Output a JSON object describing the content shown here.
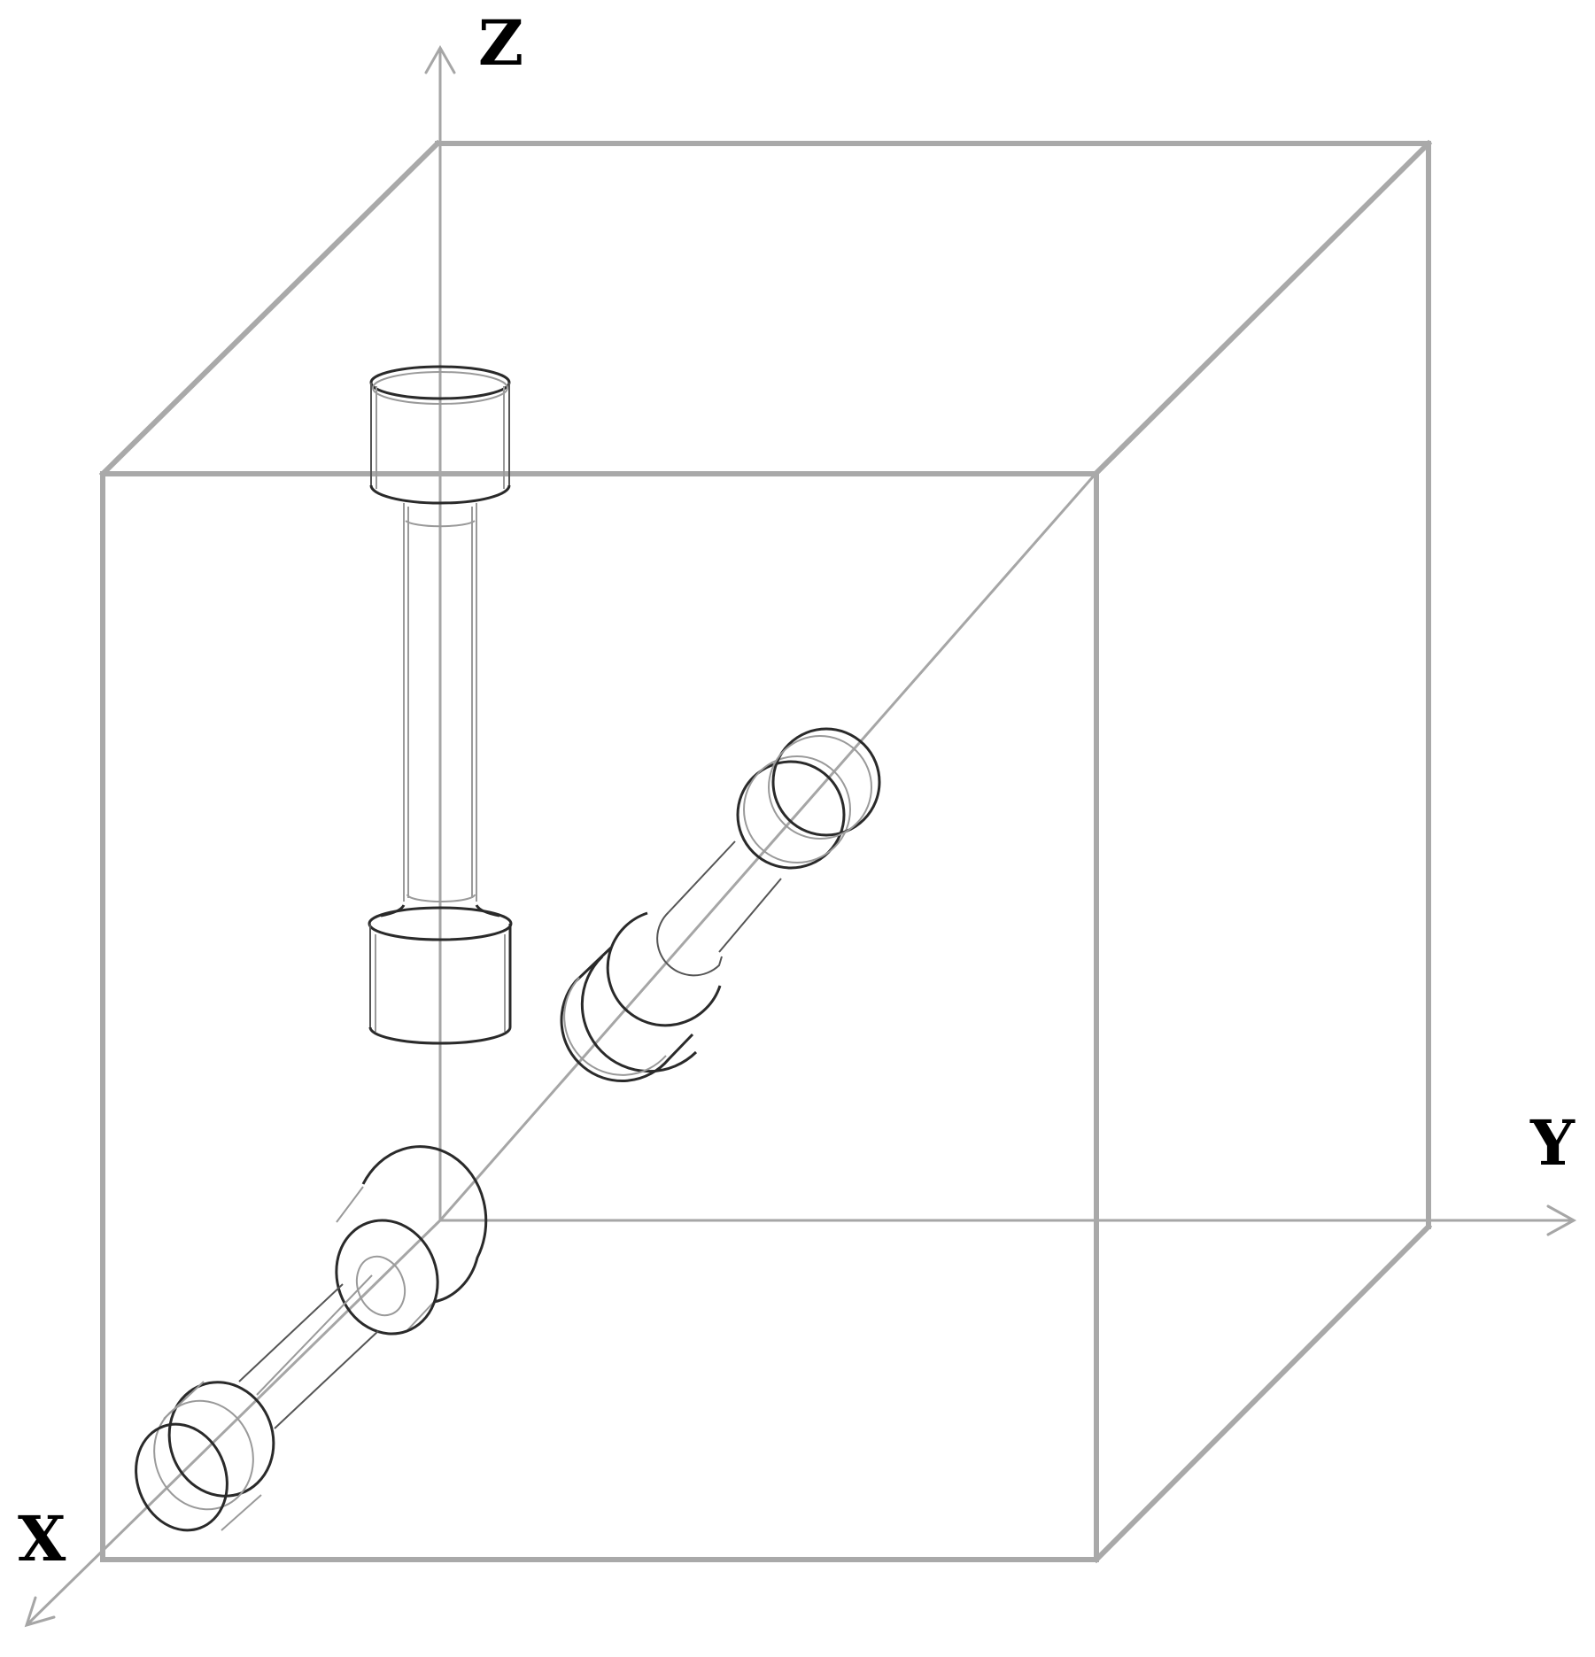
{
  "figure": {
    "description": "Cube with coordinate axes and three tensile (dog-bone) specimens oriented along X, Y and Z",
    "axes": {
      "x": {
        "label": "X",
        "direction": "down-left"
      },
      "y": {
        "label": "Y",
        "direction": "right"
      },
      "z": {
        "label": "Z",
        "direction": "up"
      }
    },
    "specimens": [
      {
        "name": "Z-direction specimen",
        "orientation": "vertical"
      },
      {
        "name": "Y-direction specimen",
        "orientation": "diagonal, center of cube"
      },
      {
        "name": "X-direction specimen",
        "orientation": "diagonal, near origin along X axis"
      }
    ],
    "colors": {
      "box_edges": "#a9a9a9",
      "axes": "#a6a6a6",
      "specimen_outline": "#2a2a2a",
      "labels": "#000000"
    }
  }
}
